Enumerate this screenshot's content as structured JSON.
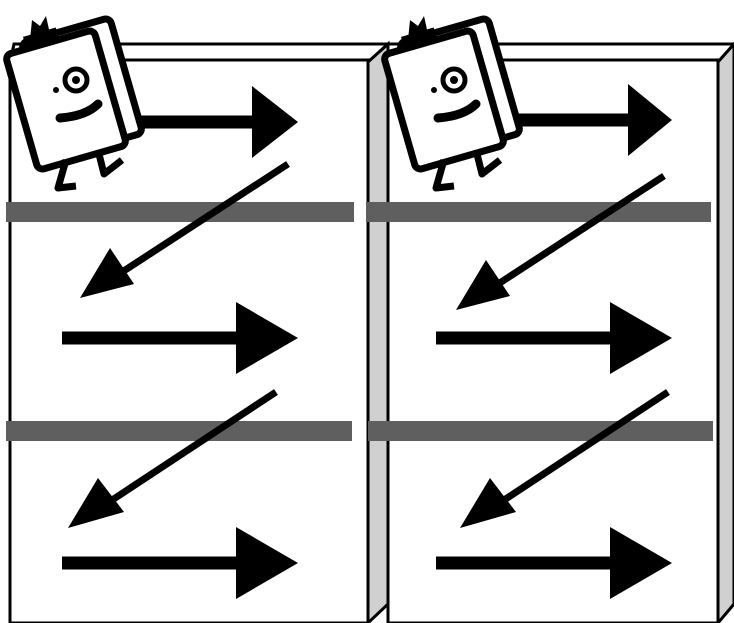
{
  "diagram": {
    "kind": "reading-order illustration",
    "panels": [
      {
        "id": "left",
        "rows": [
          {
            "index": 1,
            "direction": "left-to-right"
          },
          {
            "index": 2,
            "direction": "left-to-right"
          },
          {
            "index": 3,
            "direction": "left-to-right"
          }
        ],
        "transitions": [
          {
            "from": 1,
            "to": 2
          },
          {
            "from": 2,
            "to": 3
          }
        ],
        "dividers": 2,
        "has_mascot": true
      },
      {
        "id": "right",
        "rows": [
          {
            "index": 1,
            "direction": "left-to-right"
          },
          {
            "index": 2,
            "direction": "left-to-right"
          },
          {
            "index": 3,
            "direction": "left-to-right"
          }
        ],
        "transitions": [
          {
            "from": 1,
            "to": 2
          },
          {
            "from": 2,
            "to": 3
          }
        ],
        "dividers": 2,
        "has_mascot": true
      }
    ],
    "colors": {
      "stroke": "#000000",
      "page": "#ffffff",
      "spine": "#d0d0d0",
      "divider": "#5f5f5f"
    },
    "icons": {
      "mascot": "book-character-icon",
      "row_arrow": "arrow-right-icon",
      "return_arrow": "arrow-diagonal-down-left-icon"
    }
  }
}
